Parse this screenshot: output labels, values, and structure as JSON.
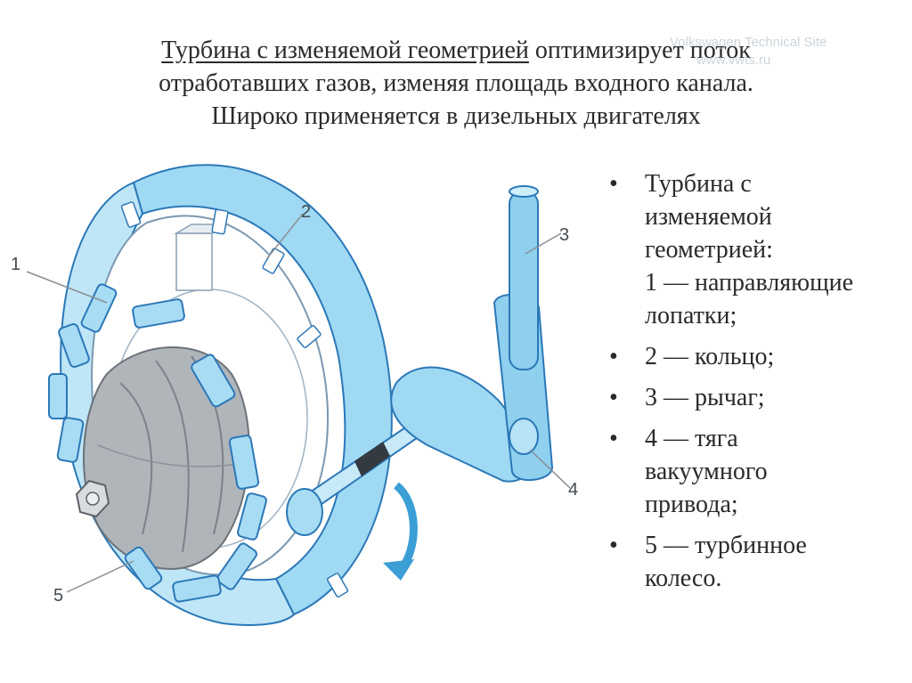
{
  "slide": {
    "title_underlined": "Турбина с изменяемой геометрией",
    "title_rest_line1": " оптимизирует поток",
    "title_line2": "отработавших газов, изменяя площадь входного канала.",
    "title_line3": "Широко применяется в дизельных двигателях"
  },
  "watermark": {
    "line1": "Volkswagen Technical Site",
    "line2": "www.vwts.ru"
  },
  "diagram": {
    "labels": [
      "1",
      "2",
      "3",
      "4",
      "5"
    ]
  },
  "bullets": {
    "marker": "•",
    "items": [
      {
        "lines": [
          "Турбина с",
          "изменяемой",
          "геометрией:",
          "1 — направляющие",
          "лопатки;"
        ]
      },
      {
        "lines": [
          "2 — кольцо;"
        ]
      },
      {
        "lines": [
          "3 — рычаг;"
        ]
      },
      {
        "lines": [
          "4 — тяга",
          "вакуумного",
          "привода;"
        ]
      },
      {
        "lines": [
          "5 — турбинное",
          "колесо."
        ]
      }
    ]
  },
  "colors": {
    "blue_light": "#bfe6f7",
    "blue_mid": "#7ecbec",
    "blue_dark": "#3b9fd6",
    "outline": "#2b78b8",
    "grey": "#a9aeb3"
  }
}
